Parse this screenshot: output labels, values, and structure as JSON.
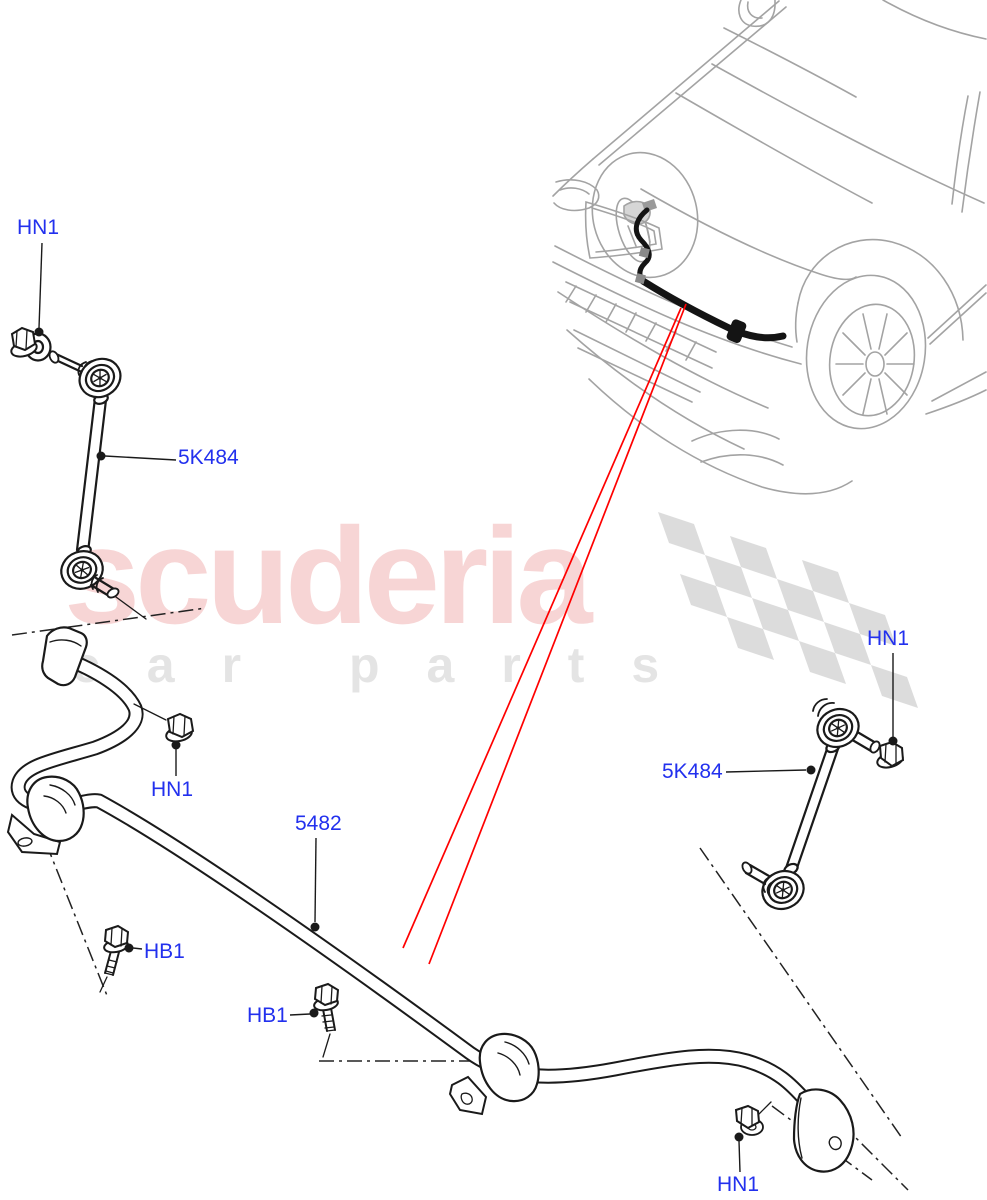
{
  "watermark": {
    "brand": "scuderia",
    "tagline": "car parts"
  },
  "callouts": {
    "hn1_top_left": "HN1",
    "link_left": "5K484",
    "hn1_right": "HN1",
    "link_right": "5K484",
    "hn1_mid_left": "HN1",
    "bar": "5482",
    "hb1_left": "HB1",
    "hb1_mid": "HB1",
    "hn1_bottom_right": "HN1"
  },
  "colors": {
    "label_blue": "#2230ee",
    "callout_red": "#ff0000",
    "watermark_pink": "#f7d5d5",
    "watermark_gray": "#e4e4e4",
    "flag_gray": "#dcdcdc",
    "car_line_gray": "#a3a3a3",
    "line_black": "#1a1a1a"
  }
}
